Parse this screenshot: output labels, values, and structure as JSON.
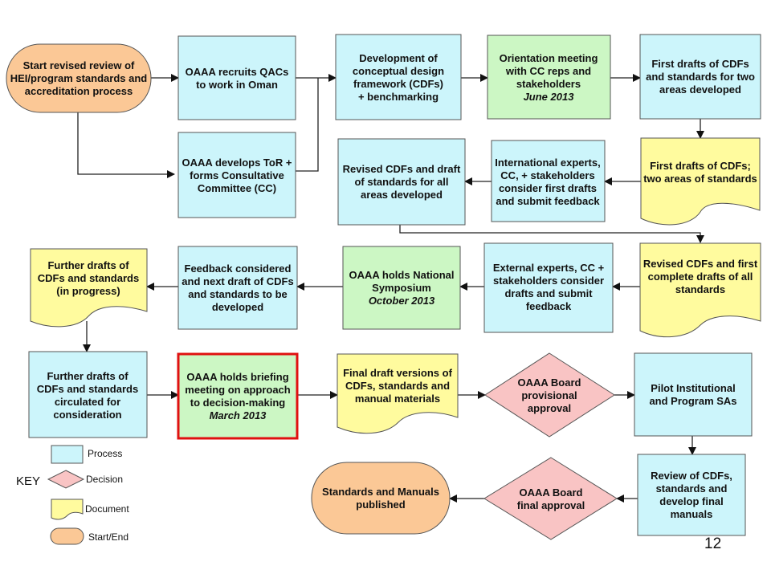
{
  "nodes": {
    "start": {
      "lines": [
        "Start revised review of",
        "HEI/program standards and",
        "accreditation process"
      ],
      "italic": []
    },
    "recruit_qacs": {
      "lines": [
        "OAAA recruits QACs",
        "to work in Oman"
      ],
      "italic": []
    },
    "dev_framework": {
      "lines": [
        "Development of",
        "conceptual design",
        "framework (CDFs)",
        "+  benchmarking"
      ],
      "italic": []
    },
    "orientation": {
      "lines": [
        "Orientation meeting",
        "with CC reps and",
        "stakeholders",
        "June 2013"
      ],
      "italic": [
        3
      ]
    },
    "first_drafts_dev": {
      "lines": [
        "First drafts of CDFs",
        "and standards for two",
        "areas developed"
      ],
      "italic": []
    },
    "tor_cc": {
      "lines": [
        "OAAA develops ToR +",
        "forms Consultative",
        "Committee (CC)"
      ],
      "italic": []
    },
    "revised_cdfs_dev": {
      "lines": [
        "Revised CDFs and draft",
        "of standards for all",
        "areas developed"
      ],
      "italic": []
    },
    "intl_experts": {
      "lines": [
        "International experts,",
        "CC, + stakeholders",
        "consider first drafts",
        "and submit feedback"
      ],
      "italic": []
    },
    "first_drafts_doc": {
      "lines": [
        "First drafts of CDFs;",
        "two areas of standards"
      ],
      "italic": []
    },
    "further_drafts_doc": {
      "lines": [
        "Further drafts of",
        "CDFs and standards",
        "(in progress)"
      ],
      "italic": []
    },
    "feedback_next": {
      "lines": [
        "Feedback considered",
        "and next draft of CDFs",
        "and standards to be",
        "developed"
      ],
      "italic": []
    },
    "symposium": {
      "lines": [
        "OAAA holds National",
        "Symposium",
        "October 2013"
      ],
      "italic": [
        2
      ]
    },
    "external_experts": {
      "lines": [
        "External experts, CC +",
        "stakeholders consider",
        "drafts and submit",
        "feedback"
      ],
      "italic": []
    },
    "revised_complete_doc": {
      "lines": [
        "Revised CDFs and first",
        "complete drafts of all",
        "standards"
      ],
      "italic": []
    },
    "circulated": {
      "lines": [
        "Further drafts of",
        "CDFs and standards",
        "circulated for",
        "consideration"
      ],
      "italic": []
    },
    "briefing": {
      "lines": [
        "OAAA holds briefing",
        "meeting on approach",
        "to decision-making",
        "March 2013"
      ],
      "italic": [
        3
      ]
    },
    "final_draft_doc": {
      "lines": [
        "Final draft versions of",
        "CDFs, standards and",
        "manual materials"
      ],
      "italic": []
    },
    "provisional": {
      "lines": [
        "OAAA Board",
        "provisional",
        "approval"
      ],
      "italic": []
    },
    "pilot": {
      "lines": [
        "Pilot Institutional",
        "and Program SAs"
      ],
      "italic": []
    },
    "review_final": {
      "lines": [
        "Review of CDFs,",
        "standards and",
        "develop final",
        "manuals"
      ],
      "italic": []
    },
    "final_approval": {
      "lines": [
        "OAAA Board",
        "final approval"
      ],
      "italic": []
    },
    "published": {
      "lines": [
        "Standards and Manuals",
        "published"
      ],
      "italic": []
    }
  },
  "key": {
    "title": "KEY",
    "items": [
      {
        "shape": "process",
        "label": "Process"
      },
      {
        "shape": "decision",
        "label": "Decision"
      },
      {
        "shape": "document",
        "label": "Document"
      },
      {
        "shape": "startend",
        "label": "Start/End"
      }
    ]
  },
  "page_number": "12",
  "colors": {
    "process": "#ccf5fb",
    "document": "#fffb9e",
    "decision": "#f9c4c4",
    "startend": "#fbc896",
    "highlight_process": "#ccf7c4",
    "highlight_border": "#e01010",
    "stroke": "#555555"
  }
}
